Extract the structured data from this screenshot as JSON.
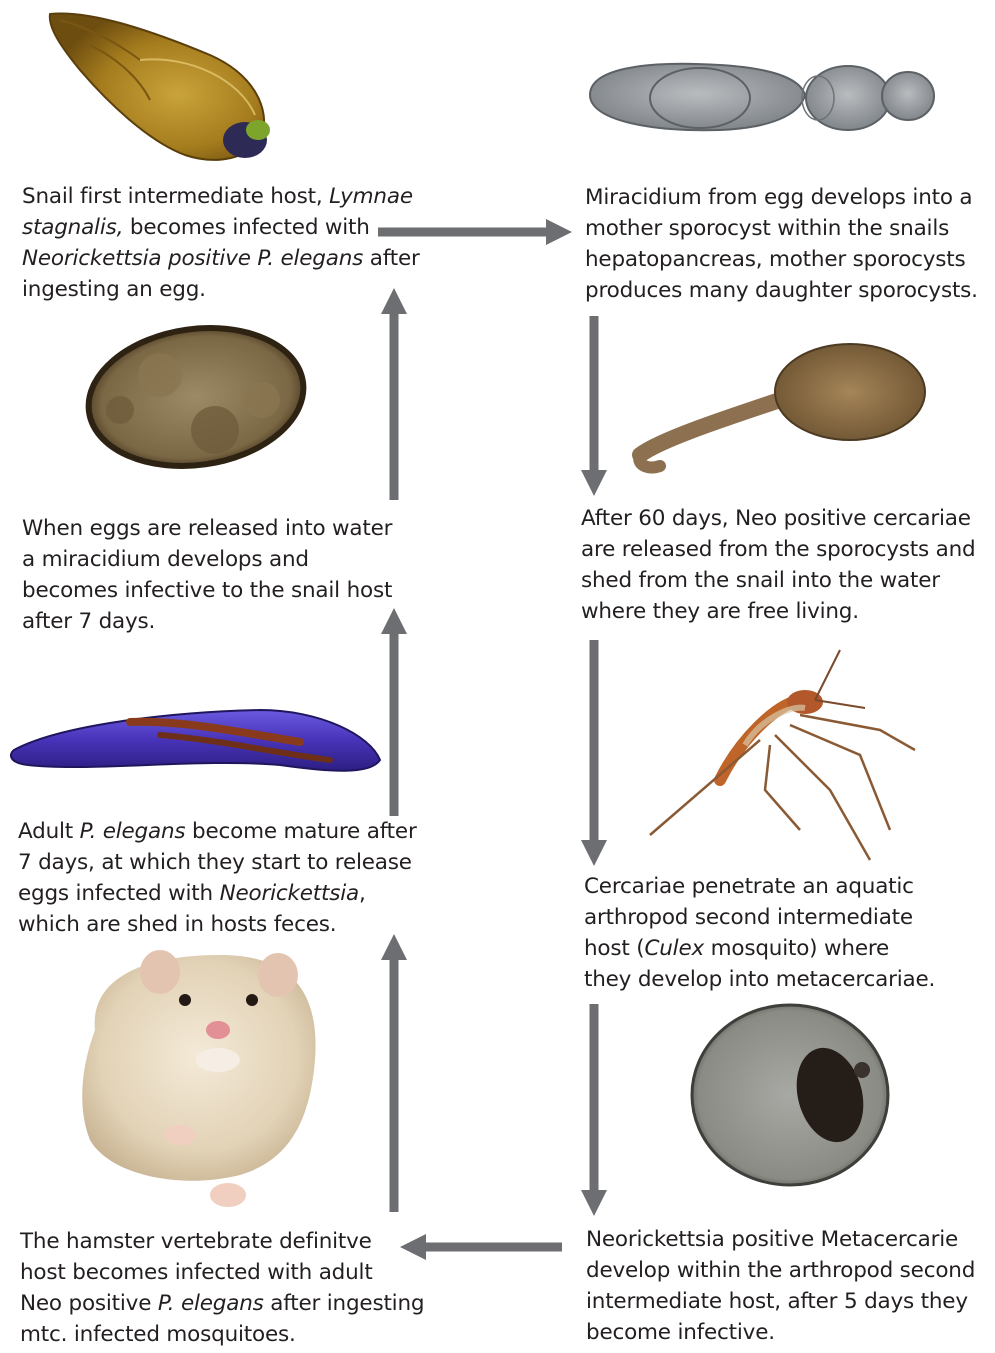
{
  "stages": [
    {
      "id": "snail",
      "lines": [
        [
          {
            "t": "Snail first intermediate host, "
          },
          {
            "t": "Lymnae",
            "i": true
          }
        ],
        [
          {
            "t": "stagnalis,",
            "i": true
          },
          {
            "t": " becomes infected with"
          }
        ],
        [
          {
            "t": "Neorickettsia positive P. elegans",
            "i": true
          },
          {
            "t": " after"
          }
        ],
        [
          {
            "t": "ingesting an egg."
          }
        ]
      ]
    },
    {
      "id": "sporocyst",
      "lines": [
        [
          {
            "t": "Miracidium from egg develops into a"
          }
        ],
        [
          {
            "t": "mother sporocyst within the snails"
          }
        ],
        [
          {
            "t": "hepatopancreas,  mother sporocysts"
          }
        ],
        [
          {
            "t": "produces many daughter sporocysts."
          }
        ]
      ]
    },
    {
      "id": "cercariae",
      "lines": [
        [
          {
            "t": "After 60 days, Neo positive cercariae"
          }
        ],
        [
          {
            "t": "are released from the sporocysts and"
          }
        ],
        [
          {
            "t": "shed from the snail into the water"
          }
        ],
        [
          {
            "t": "where they are free living."
          }
        ]
      ]
    },
    {
      "id": "mosquito",
      "lines": [
        [
          {
            "t": "Cercariae penetrate an aquatic"
          }
        ],
        [
          {
            "t": "arthropod second intermediate"
          }
        ],
        [
          {
            "t": "host ("
          },
          {
            "t": "Culex",
            "i": true
          },
          {
            "t": " mosquito) where"
          }
        ],
        [
          {
            "t": "they develop into metacercariae."
          }
        ]
      ]
    },
    {
      "id": "metacercariae",
      "lines": [
        [
          {
            "t": "Neorickettsia positive Metacercarie"
          }
        ],
        [
          {
            "t": "develop within the arthropod second"
          }
        ],
        [
          {
            "t": "intermediate host, after 5 days they"
          }
        ],
        [
          {
            "t": "become infective."
          }
        ]
      ]
    },
    {
      "id": "hamster",
      "lines": [
        [
          {
            "t": "The hamster vertebrate definitve"
          }
        ],
        [
          {
            "t": "host becomes infected with adult"
          }
        ],
        [
          {
            "t": "Neo positive "
          },
          {
            "t": "P. elegans",
            "i": true
          },
          {
            "t": " after ingesting"
          }
        ],
        [
          {
            "t": "mtc. infected mosquitoes."
          }
        ]
      ]
    },
    {
      "id": "adult",
      "lines": [
        [
          {
            "t": "Adult "
          },
          {
            "t": "P. elegans",
            "i": true
          },
          {
            "t": " become mature after"
          }
        ],
        [
          {
            "t": "7 days, at which they start to release"
          }
        ],
        [
          {
            "t": "eggs infected with "
          },
          {
            "t": "Neorickettsia",
            "i": true
          },
          {
            "t": ","
          }
        ],
        [
          {
            "t": "which are shed in hosts feces."
          }
        ]
      ]
    },
    {
      "id": "egg",
      "lines": [
        [
          {
            "t": "When eggs are released into water"
          }
        ],
        [
          {
            "t": "a miracidium develops and"
          }
        ],
        [
          {
            "t": "becomes infective to the snail host"
          }
        ],
        [
          {
            "t": "after 7 days."
          }
        ]
      ]
    }
  ],
  "colors": {
    "arrow": "#6d6e71",
    "text": "#231f20"
  }
}
